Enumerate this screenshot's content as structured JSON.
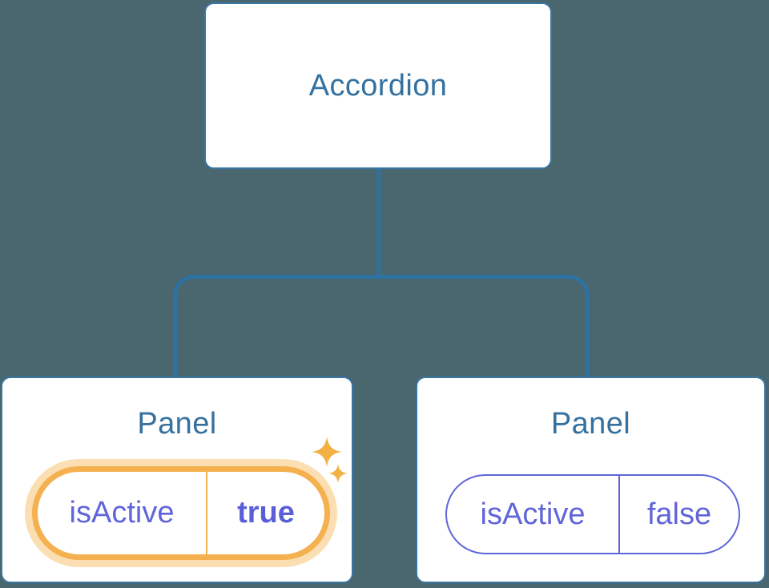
{
  "colors": {
    "background": "#4a666f",
    "node_fill": "#ffffff",
    "node_border": "#3a76a4",
    "connector": "#2e72a2",
    "heading_text": "#35719f",
    "prop_text": "#6065d9",
    "prop_text_bold": "#5a5fd8",
    "prop_border": "#5f65d7",
    "highlight_border": "#f5b04f",
    "highlight_glow": "#fbdfb2",
    "sparkle": "#f2b143"
  },
  "tree": {
    "root": {
      "label": "Accordion"
    },
    "panels": [
      {
        "title": "Panel",
        "prop": {
          "name": "isActive",
          "value": "true"
        },
        "active": true
      },
      {
        "title": "Panel",
        "prop": {
          "name": "isActive",
          "value": "false"
        },
        "active": false
      }
    ]
  }
}
